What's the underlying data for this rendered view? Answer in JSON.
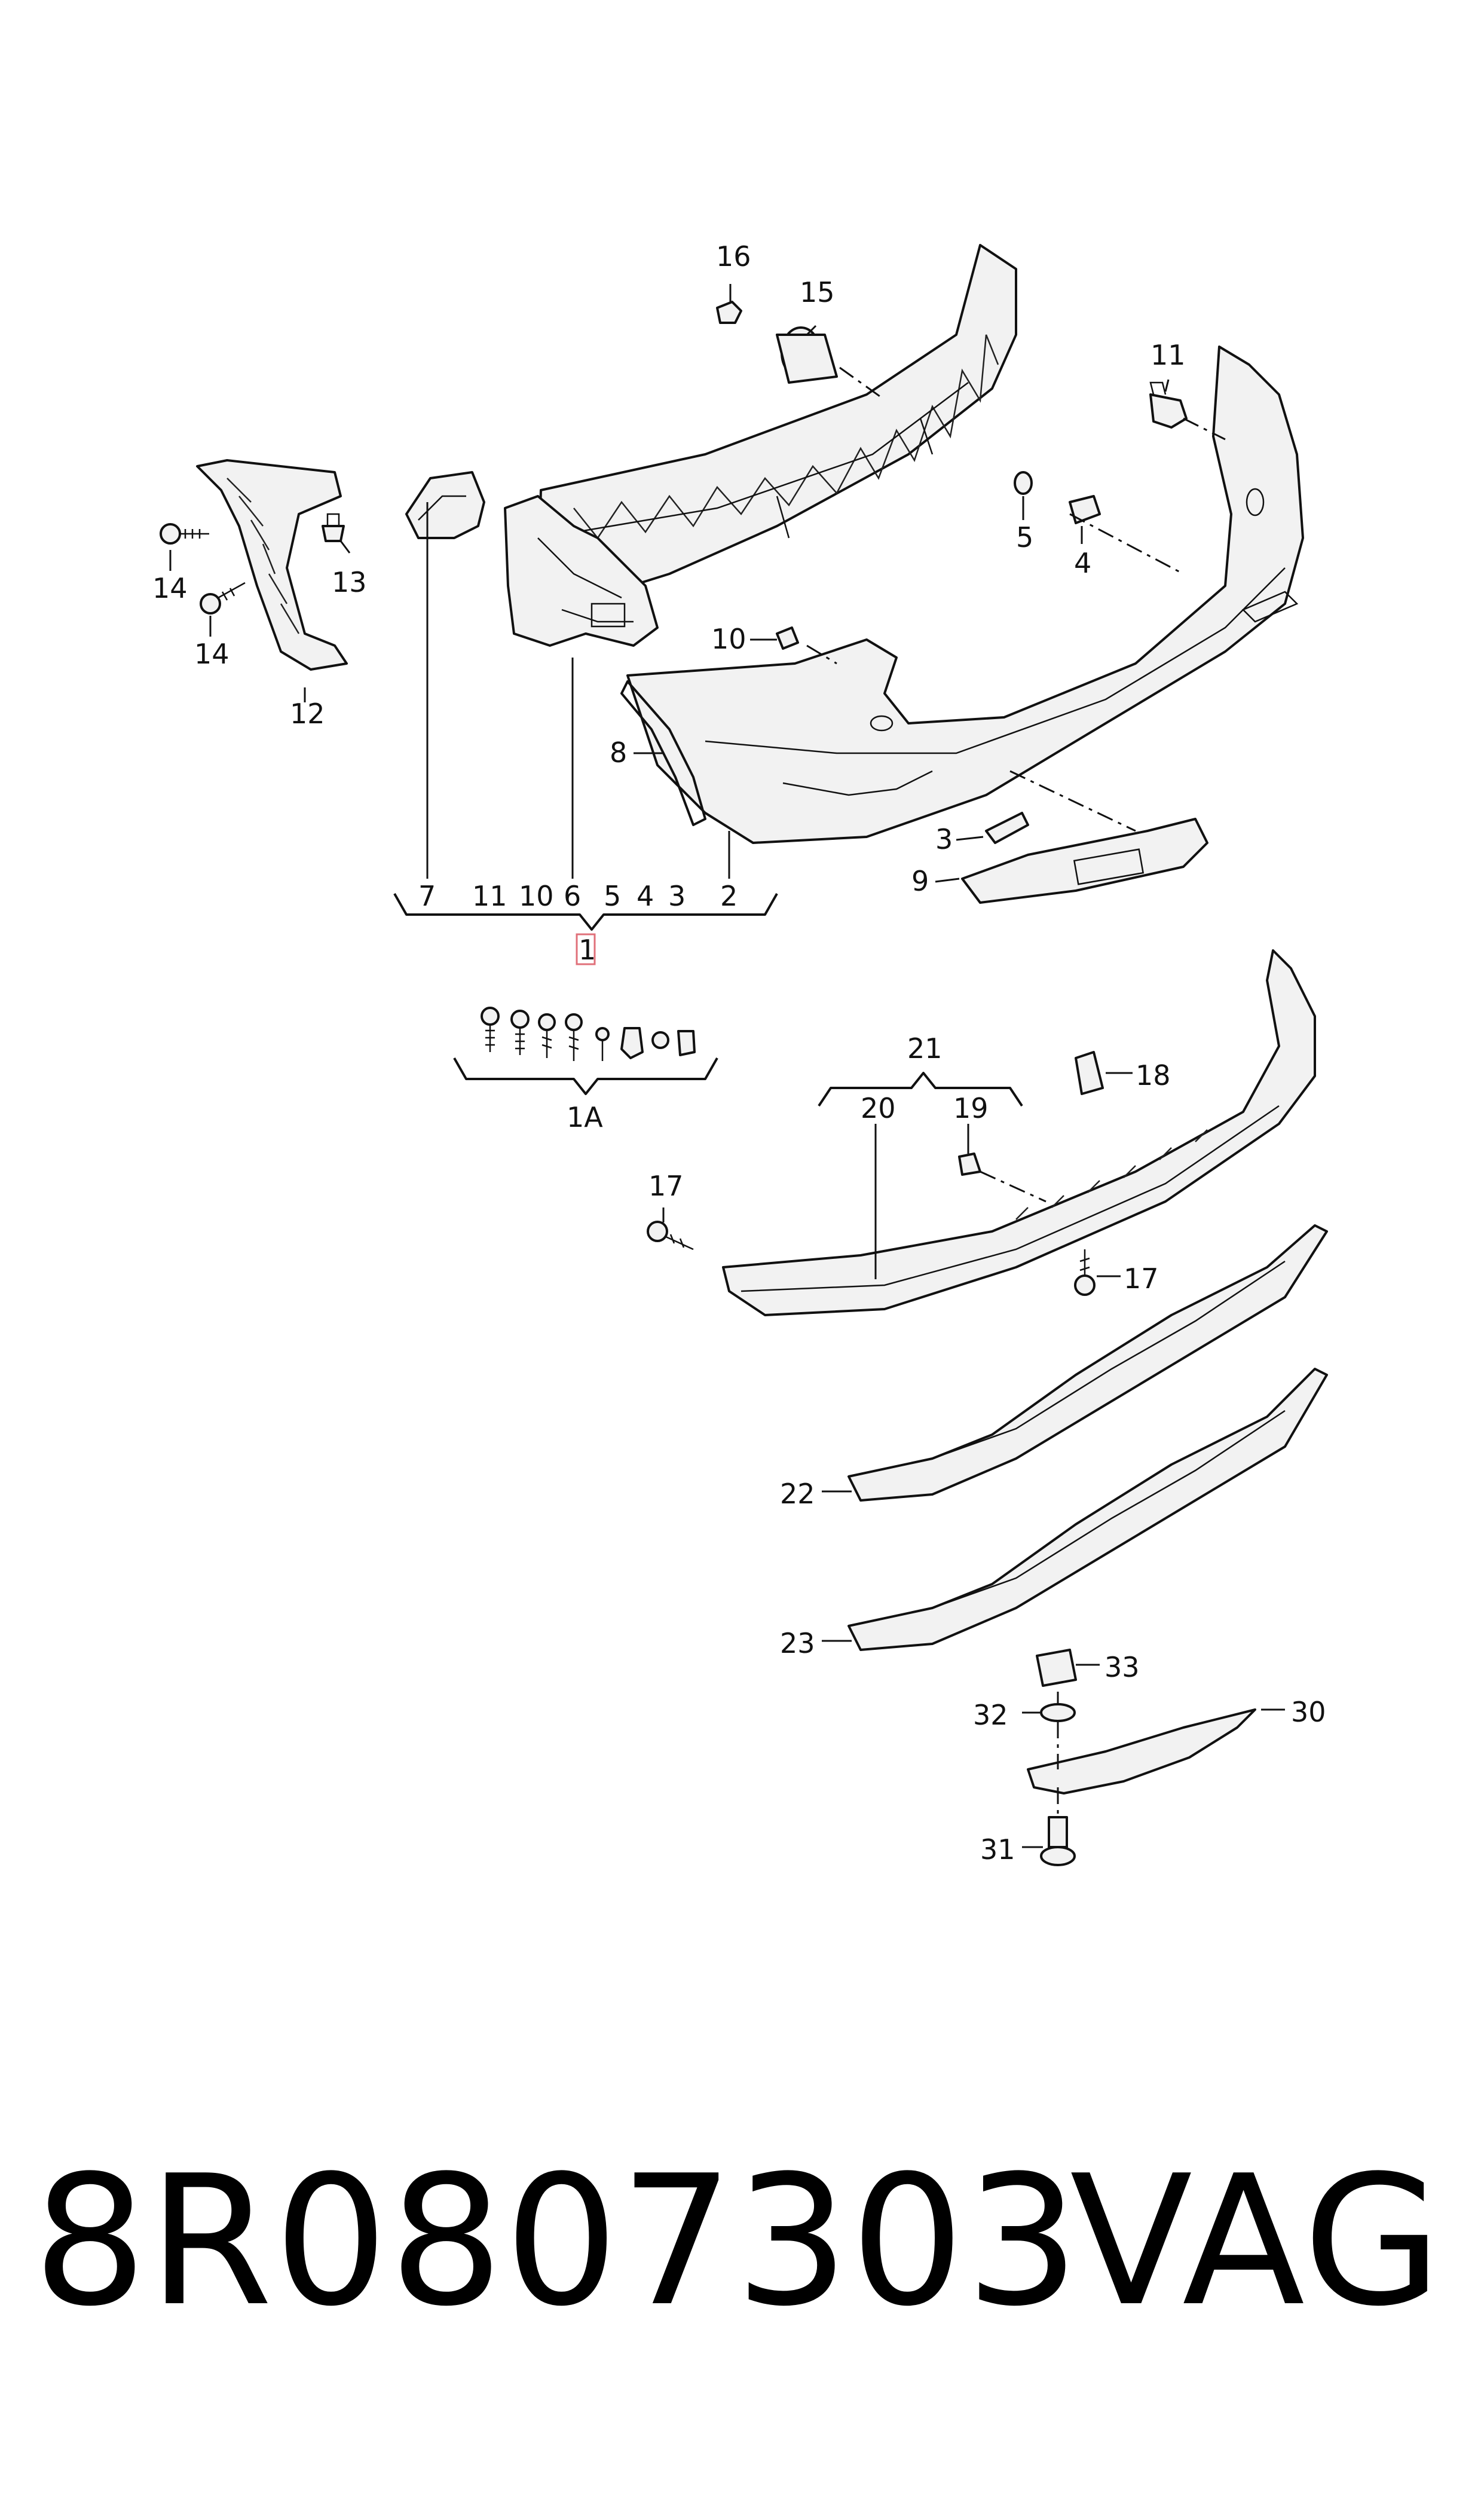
{
  "title": {
    "part_number": "8R0807303",
    "brand": "VAG"
  },
  "callouts": {
    "c1": "1",
    "c1a": "1A",
    "c2": "2",
    "c3a": "3",
    "c3b": "3",
    "c4a": "4",
    "c4b": "4",
    "c5a": "5",
    "c5b": "5",
    "c6": "6",
    "c7": "7",
    "c8": "8",
    "c9": "9",
    "c10a": "10",
    "c10b": "10",
    "c11a": "11",
    "c11b": "11",
    "c12": "12",
    "c13": "13",
    "c14a": "14",
    "c14b": "14",
    "c15": "15",
    "c16": "16",
    "c17a": "17",
    "c17b": "17",
    "c18": "18",
    "c19": "19",
    "c20": "20",
    "c21": "21",
    "c22": "22",
    "c23": "23",
    "c30": "30",
    "c31": "31",
    "c32": "32",
    "c33": "33"
  },
  "highlight_color": "#e0707a"
}
